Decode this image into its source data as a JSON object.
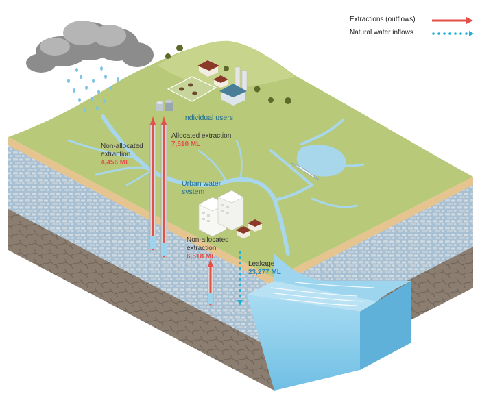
{
  "legend": {
    "extractions": "Extractions (outflows)",
    "natural_inflows": "Natural water inflows"
  },
  "labels": {
    "individual_users": "Individual users",
    "allocated_extraction": "Allocated extraction",
    "allocated_value": "7,510 ML",
    "non_allocated_left_line1": "Non-allocated",
    "non_allocated_left_line2": "extraction",
    "non_allocated_left_value": "4,456 ML",
    "urban_line1": "Urban water",
    "urban_line2": "system",
    "non_allocated_mid_line1": "Non-allocated",
    "non_allocated_mid_line2": "extraction",
    "non_allocated_mid_value": "6,518 ML",
    "leakage": "Leakage",
    "leakage_value": "23,277 ML"
  },
  "colors": {
    "extraction": "#e3504a",
    "inflow": "#20b2d6",
    "land": "#b9c97a",
    "aquifer": "#a9c3d6",
    "rock": "#8d7f72",
    "water": "#8fd0ec"
  }
}
